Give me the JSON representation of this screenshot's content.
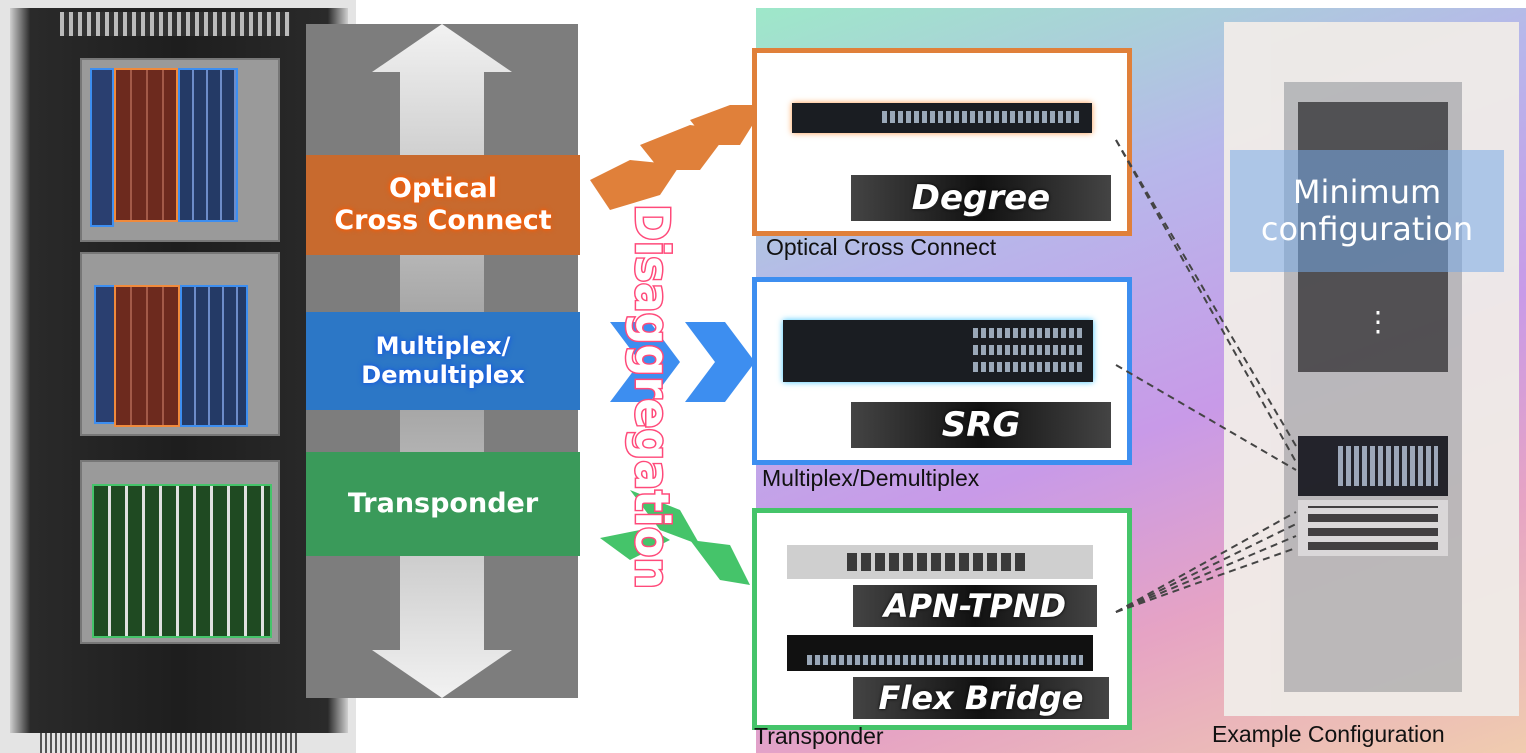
{
  "left_labels": {
    "ocx": "Optical\nCross Connect",
    "mux": "Multiplex/\nDemultiplex",
    "transponder": "Transponder"
  },
  "disaggregation": "Disaggregation",
  "devices": {
    "degree": {
      "chip": "Degree",
      "caption": "Optical Cross Connect"
    },
    "srg": {
      "chip": "SRG",
      "caption": "Multiplex/Demultiplex"
    },
    "apn_tpnd": {
      "chip": "APN-TPND"
    },
    "flex_bridge": {
      "chip": "Flex Bridge"
    },
    "transponder_caption": "Transponder"
  },
  "right": {
    "minimum": "Minimum\nconfiguration",
    "ellipsis": "⋮",
    "caption": "Example Configuration"
  },
  "colors": {
    "orange": "#e0803a",
    "blue": "#3d8ef0",
    "green": "#45c46a"
  }
}
